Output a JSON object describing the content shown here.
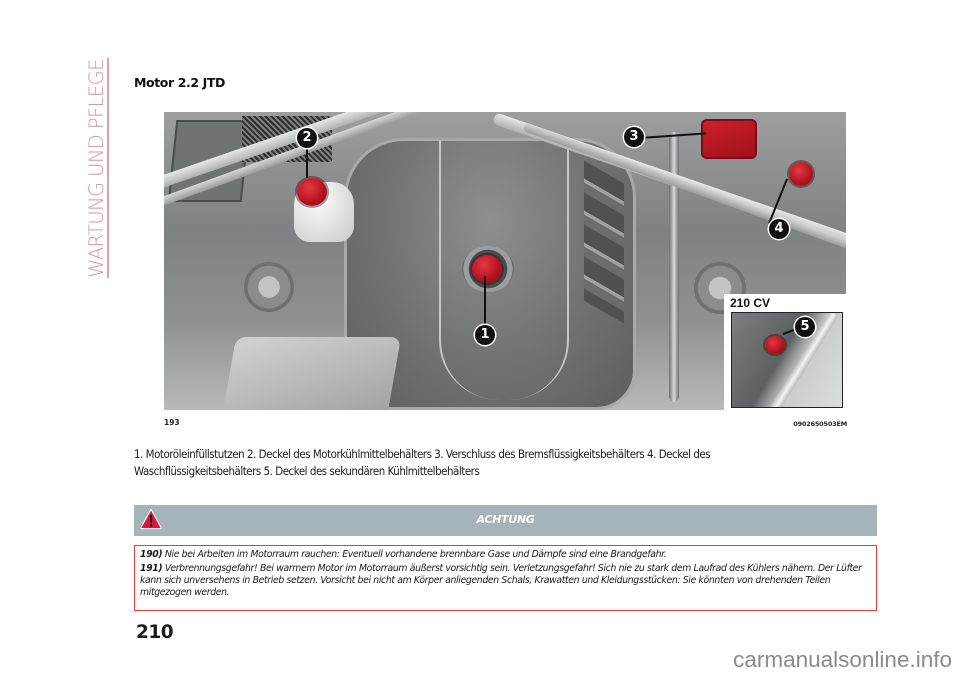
{
  "section_side_title": "WARTUNG UND PFLEGE",
  "section_title": "Motor 2.2 JTD",
  "figure": {
    "number": "193",
    "code": "0902650503EM",
    "inset_label": "210 CV",
    "callouts": [
      "1",
      "2",
      "3",
      "4",
      "5"
    ]
  },
  "caption": {
    "line1": "1. Motoröleinfüllstutzen 2. Deckel des Motorkühlmittelbehälters 3. Verschluss des Bremsflüssigkeitsbehälters 4. Deckel des",
    "line2": "Waschflüssigkeitsbehälters 5. Deckel des sekundären Kühlmittelbehälters"
  },
  "warning": {
    "title": "ACHTUNG",
    "icon": "warning-triangle-icon",
    "colors": {
      "header_bg": "#a5b4b8",
      "border": "#e0403f",
      "icon": "#d8163f"
    },
    "items": [
      {
        "ref": "190)",
        "text": "Nie bei Arbeiten im Motorraum rauchen: Eventuell vorhandene brennbare Gase und Dämpfe sind eine Brandgefahr."
      },
      {
        "ref": "191)",
        "text": "Verbrennungsgefahr! Bei warmem Motor im Motorraum äußerst vorsichtig sein. Verletzungsgefahr! Sich nie zu stark dem Laufrad des Kühlers nähern. Der Lüfter kann sich unversehens in Betrieb setzen. Vorsicht bei nicht am Körper anliegenden Schals, Krawatten und Kleidungsstücken: Sie könnten von drehenden Teilen mitgezogen werden."
      }
    ]
  },
  "page_number": "210",
  "watermark": "carmanualsonline.info",
  "colors": {
    "side_title": "#d4979b",
    "cap_red": "#c11822"
  }
}
